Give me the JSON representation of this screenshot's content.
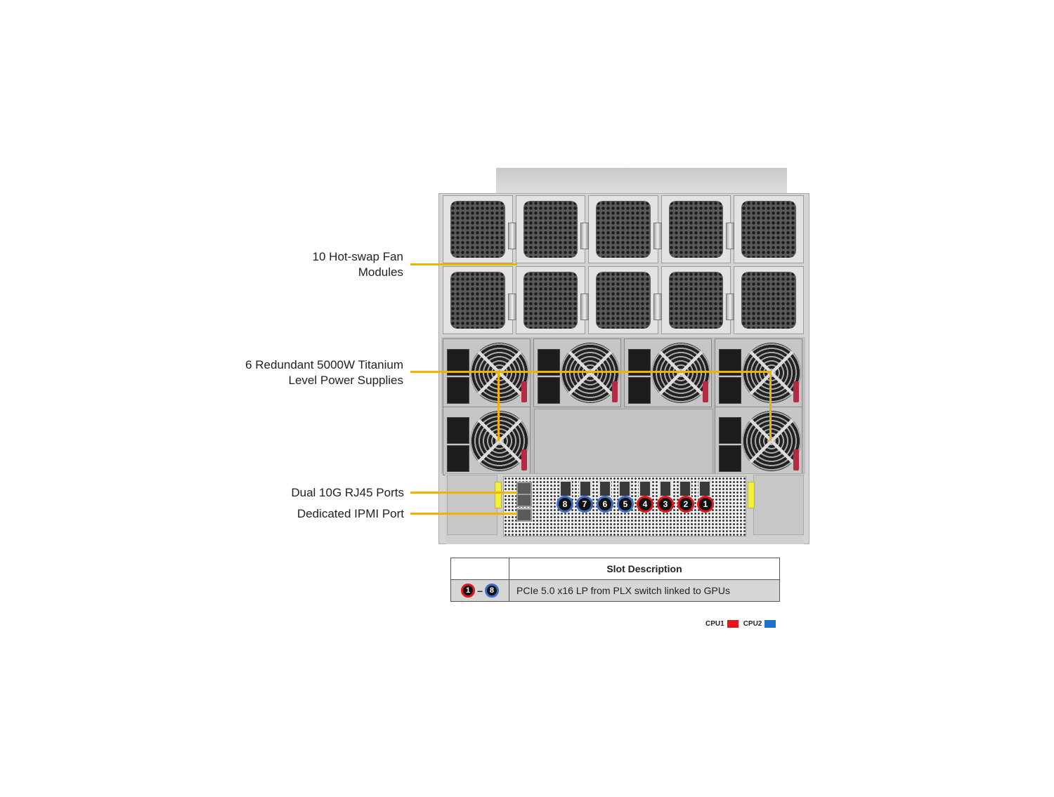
{
  "callouts": {
    "fans": {
      "line1": "10 Hot-swap Fan",
      "line2": "Modules"
    },
    "psu": {
      "line1": "6 Redundant 5000W Titanium",
      "line2": "Level Power Supplies"
    },
    "rj45": "Dual 10G RJ45 Ports",
    "ipmi": "Dedicated IPMI Port"
  },
  "slots": [
    {
      "num": "8",
      "cpu": "cpu2"
    },
    {
      "num": "7",
      "cpu": "cpu2"
    },
    {
      "num": "6",
      "cpu": "cpu2"
    },
    {
      "num": "5",
      "cpu": "cpu2"
    },
    {
      "num": "4",
      "cpu": "cpu1"
    },
    {
      "num": "3",
      "cpu": "cpu1"
    },
    {
      "num": "2",
      "cpu": "cpu1"
    },
    {
      "num": "1",
      "cpu": "cpu1"
    }
  ],
  "table": {
    "header": "Slot Description",
    "row": {
      "from": "1",
      "dash": "–",
      "to": "8",
      "description": "PCIe 5.0 x16 LP from PLX switch linked to GPUs"
    }
  },
  "legend": {
    "cpu1": {
      "label": "CPU1",
      "color": "#e8141c"
    },
    "cpu2": {
      "label": "CPU2",
      "color": "#1f6fcf"
    }
  },
  "colors": {
    "callout_line": "#f0b400"
  }
}
